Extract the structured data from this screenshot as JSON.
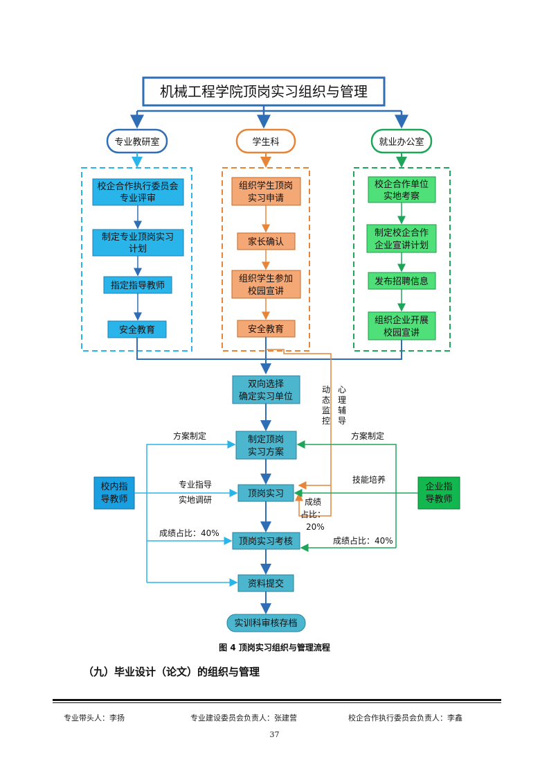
{
  "diagram": {
    "title": "机械工程学院顶岗实习组织与管理",
    "departments": {
      "research": "专业教研室",
      "student": "学生科",
      "employment": "就业办公室"
    },
    "research_steps": [
      [
        "校企合作执行委员会",
        "专业评审"
      ],
      [
        "制定专业顶岗实习",
        "计划"
      ],
      [
        "指定指导教师"
      ],
      [
        "安全教育"
      ]
    ],
    "student_steps": [
      [
        "组织学生顶岗",
        "实习申请"
      ],
      [
        "家长确认"
      ],
      [
        "组织学生参加",
        "校园宣讲"
      ],
      [
        "安全教育"
      ]
    ],
    "employment_steps": [
      [
        "校企合作单位",
        "实地考察"
      ],
      [
        "制定校企合作",
        "企业宣讲计划"
      ],
      [
        "发布招聘信息"
      ],
      [
        "组织企业开展",
        "校园宣讲"
      ]
    ],
    "central_steps": {
      "select": [
        "双向选择",
        "确定实习单位"
      ],
      "plan": [
        "制定顶岗",
        "实习方案"
      ],
      "internship": "顶岗实习",
      "assessment": "顶岗实习考核",
      "submit": "资料提交",
      "archive": "实训科审核存档"
    },
    "side_actors": {
      "school_teacher": [
        "校内指",
        "导教师"
      ],
      "company_teacher": [
        "企业指",
        "导教师"
      ]
    },
    "edge_labels": {
      "plan_left": "方案制定",
      "plan_right": "方案制定",
      "guidance_1": "专业指导",
      "guidance_2": "实地调研",
      "skills": "技能培养",
      "score_left": "成绩占比：40%",
      "score_right": "成绩占比：40%",
      "dynamic": [
        "动",
        "态",
        "监",
        "控"
      ],
      "counsel": [
        "心",
        "理",
        "辅",
        "导"
      ],
      "score_mid": [
        "成绩",
        "占比：",
        "20%"
      ]
    },
    "colors": {
      "blue": "#2f6db5",
      "cyan": "#29b5ea",
      "orange": "#e6843a",
      "orange_fill": "#f4a876",
      "green": "#1ea55a",
      "green_fill": "#4fe07a",
      "teal_fill": "#4cb6cf",
      "school_fill": "#1a9fe0",
      "company_fill": "#12b84f"
    }
  },
  "caption": "图 4  顶岗实习组织与管理流程",
  "section_heading": "（九）毕业设计（论文）的组织与管理",
  "footer": {
    "lead": "专业带头人：李扬",
    "committee": "专业建设委员会负责人：张建营",
    "coop": "校企合作执行委员会负责人：李鑫"
  },
  "page_number": "37"
}
